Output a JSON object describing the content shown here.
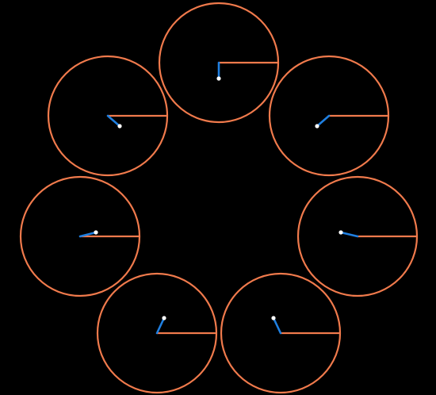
{
  "colors": {
    "background": "#000000",
    "circle": "#f07a4c",
    "hand": "#1f7fe0",
    "pivot": "#ffffff"
  },
  "dials": [
    {
      "id": "top"
    },
    {
      "id": "upper-right"
    },
    {
      "id": "right"
    },
    {
      "id": "lower-right"
    },
    {
      "id": "lower-left"
    },
    {
      "id": "left"
    },
    {
      "id": "upper-left"
    }
  ]
}
